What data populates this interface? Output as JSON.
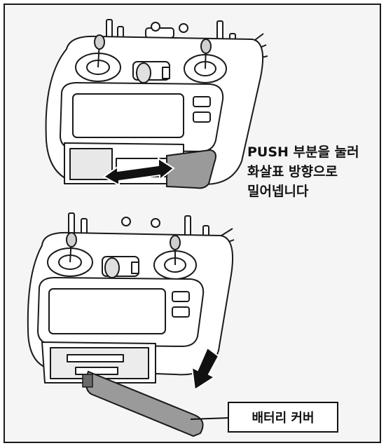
{
  "instruction": {
    "lines": [
      "PUSH 부분을 눌러",
      "화살표 방향으로",
      "밀어넵니다"
    ]
  },
  "callout": {
    "label": "배터리 커버"
  },
  "colors": {
    "line": "#1a1a1a",
    "cover_fill": "#9a9a9a",
    "arrow_fill": "#111111",
    "background": "#f5f5f5"
  }
}
